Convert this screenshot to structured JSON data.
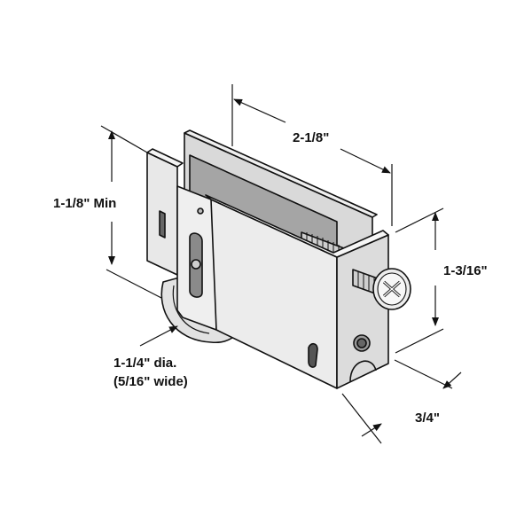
{
  "dimensions": {
    "length": "2-1/8\"",
    "min_height": "1-1/8\" Min",
    "height": "1-3/16\"",
    "wheel_diameter": "1-1/4\" dia.",
    "wheel_width": "(5/16\" wide)",
    "width": "3/4\""
  },
  "colors": {
    "line": "#111111",
    "plate": "#e6e6e6",
    "shade": "#a9a9a9",
    "dark": "#7a7a7a"
  }
}
